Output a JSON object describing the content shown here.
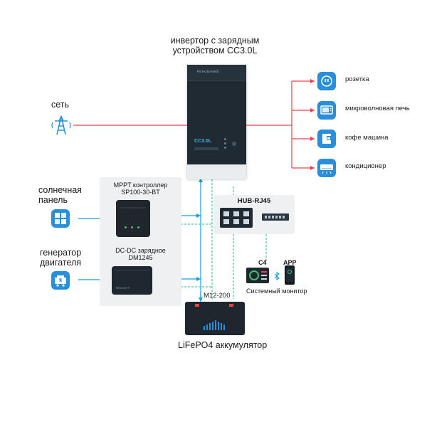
{
  "inverter": {
    "title_line1": "инвертор с зарядным",
    "title_line2": "устройством CC3.0L",
    "model": "CC3.0L",
    "brand": "РЕНОВАНИЕ"
  },
  "grid": {
    "label": "сеть"
  },
  "solar": {
    "label_line1": "солнечная",
    "label_line2": "панель"
  },
  "generator": {
    "label_line1": "генератор",
    "label_line2": "двигателя"
  },
  "mppt": {
    "label_line1": "MPPT контроллер",
    "label_line2": "SP100-30-BT"
  },
  "dcdc": {
    "label_line1": "DC-DC зарядное",
    "label_line2": "DM1245",
    "brand": "RENOGY"
  },
  "hub": {
    "label": "HUB-RJ45"
  },
  "monitor": {
    "c4_label": "C4",
    "app_label": "APP",
    "caption": "Системный монитор"
  },
  "battery": {
    "model": "M12-200",
    "caption": "LiFePO4 аккумулятор"
  },
  "loads": [
    {
      "label": "розетка",
      "icon": "socket-icon"
    },
    {
      "label": "микроволновая печь",
      "icon": "microwave-icon"
    },
    {
      "label": "кофе машина",
      "icon": "coffee-machine-icon"
    },
    {
      "label": "кондиционер",
      "icon": "air-conditioner-icon"
    }
  ],
  "colors": {
    "ac_line": "#e8434b",
    "dc_line": "#1b9be0",
    "comm_line": "#2bb39a",
    "icon_tile": "#2a8fdb",
    "device_dark": "#1f2a33",
    "panel_bg": "#eef0f2"
  }
}
